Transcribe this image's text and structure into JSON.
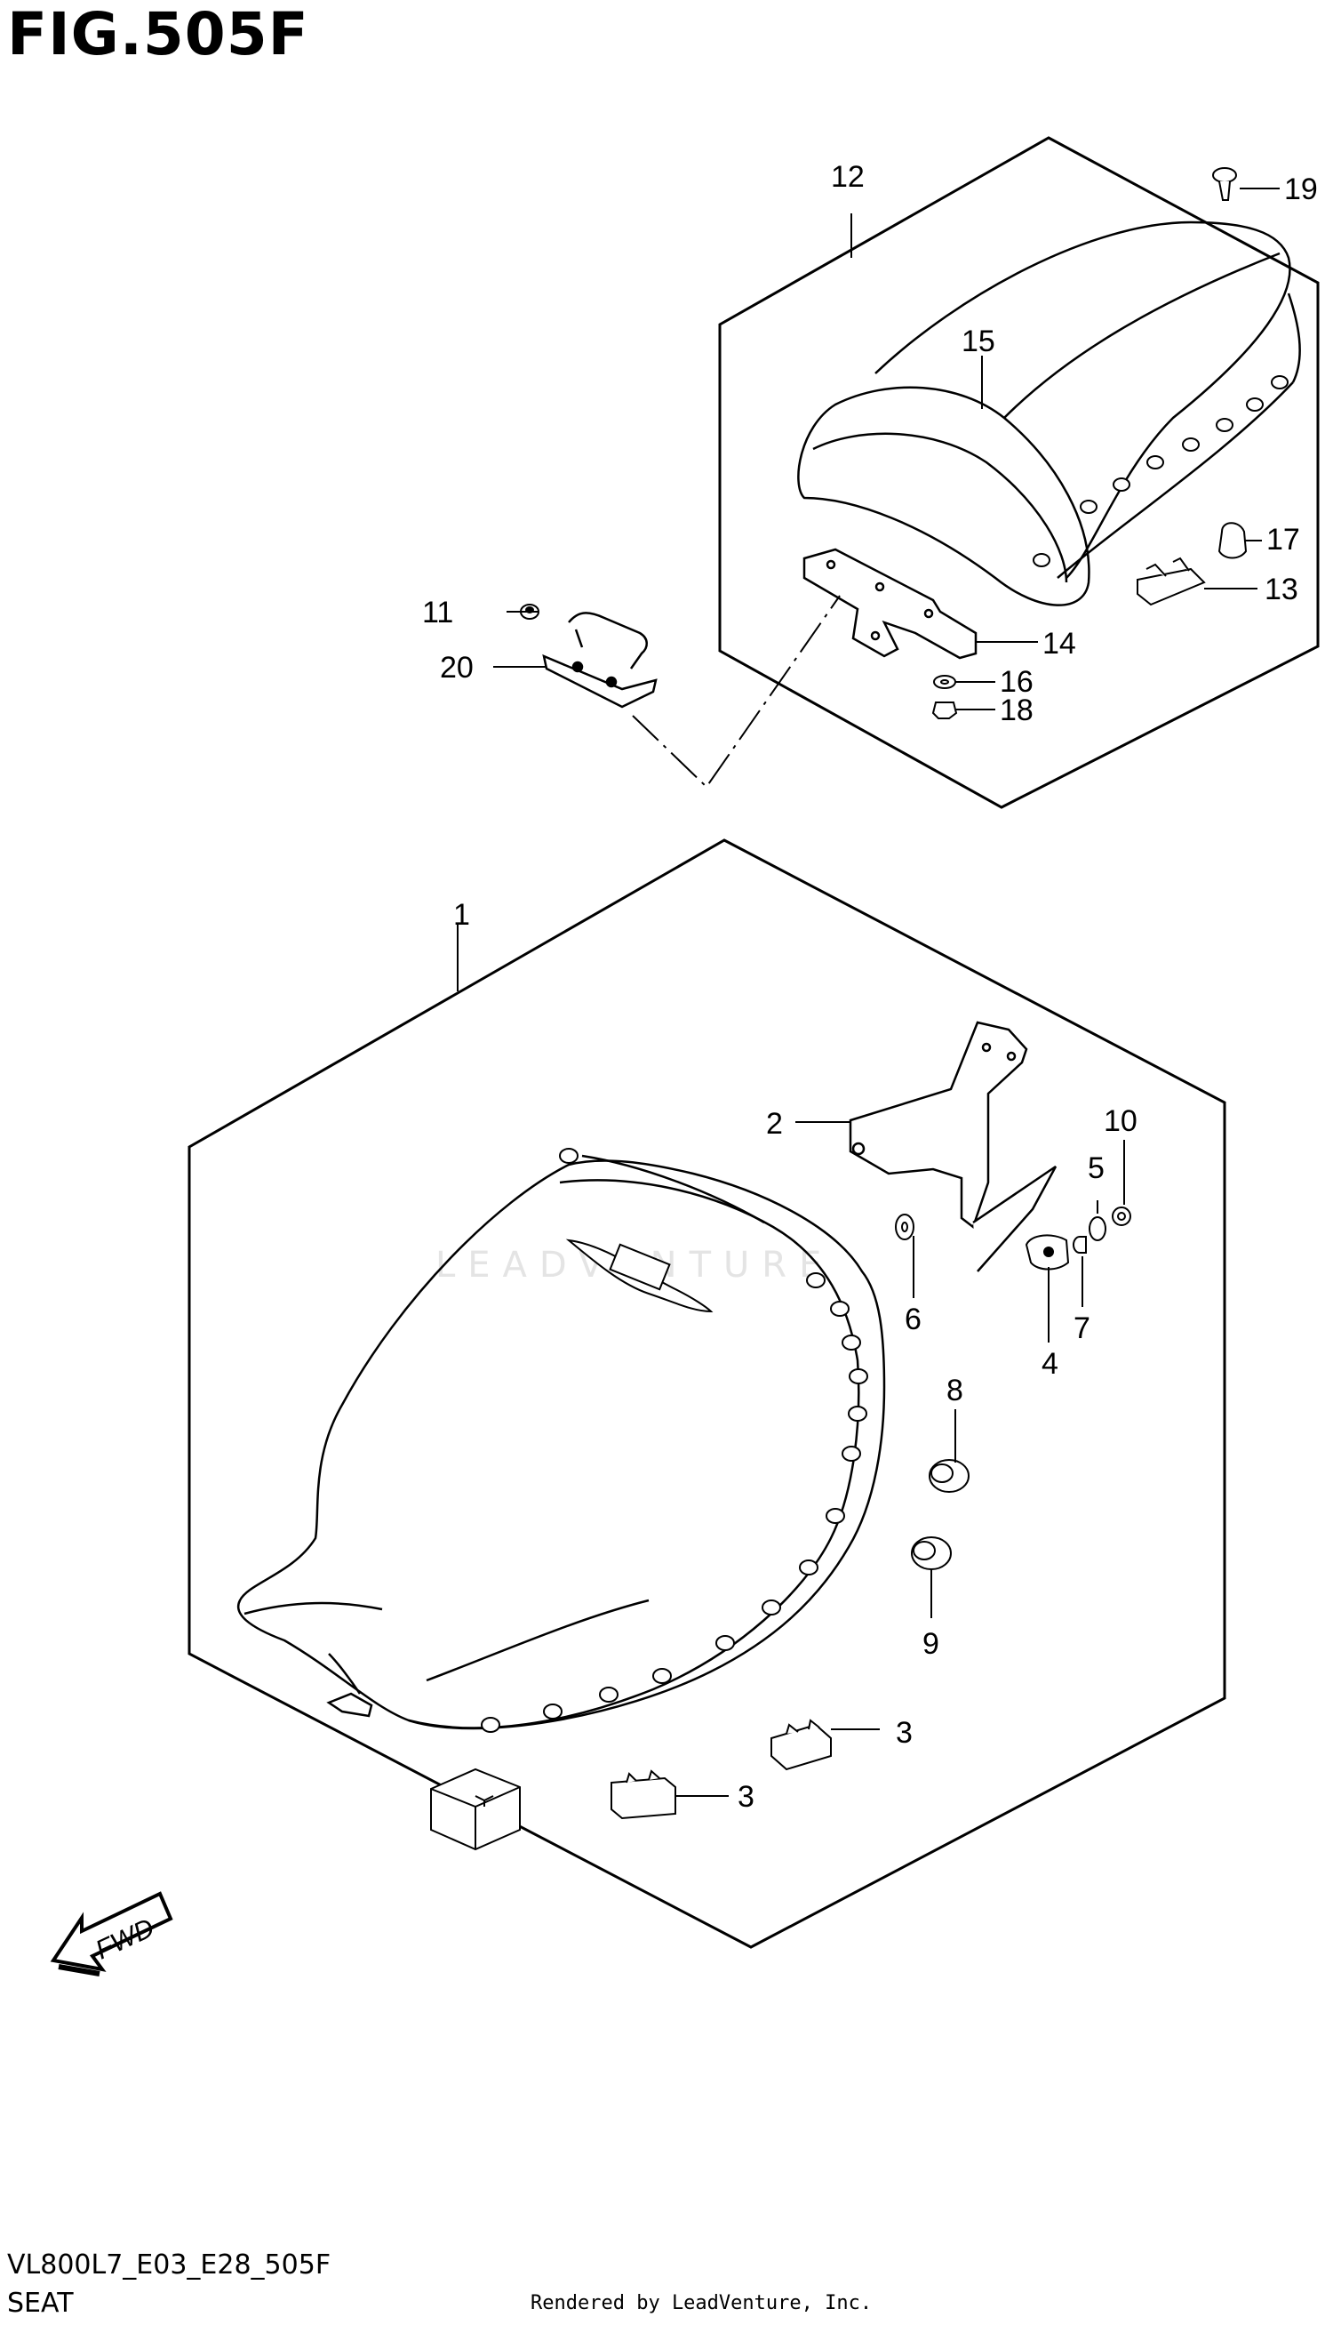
{
  "figure": {
    "title": "FIG.505F",
    "model_code": "VL800L7_E03_E28_505F",
    "section_name": "SEAT",
    "credit": "Rendered by LeadVenture, Inc.",
    "watermark": "LEADVENTURE"
  },
  "direction_arrow": {
    "label": "FWD"
  },
  "callouts": {
    "c1": "1",
    "c2": "2",
    "c3a": "3",
    "c3b": "3",
    "c4": "4",
    "c5": "5",
    "c6": "6",
    "c7": "7",
    "c8": "8",
    "c9": "9",
    "c10": "10",
    "c11": "11",
    "c12": "12",
    "c13": "13",
    "c14": "14",
    "c15": "15",
    "c16": "16",
    "c17": "17",
    "c18": "18",
    "c19": "19",
    "c20": "20"
  }
}
